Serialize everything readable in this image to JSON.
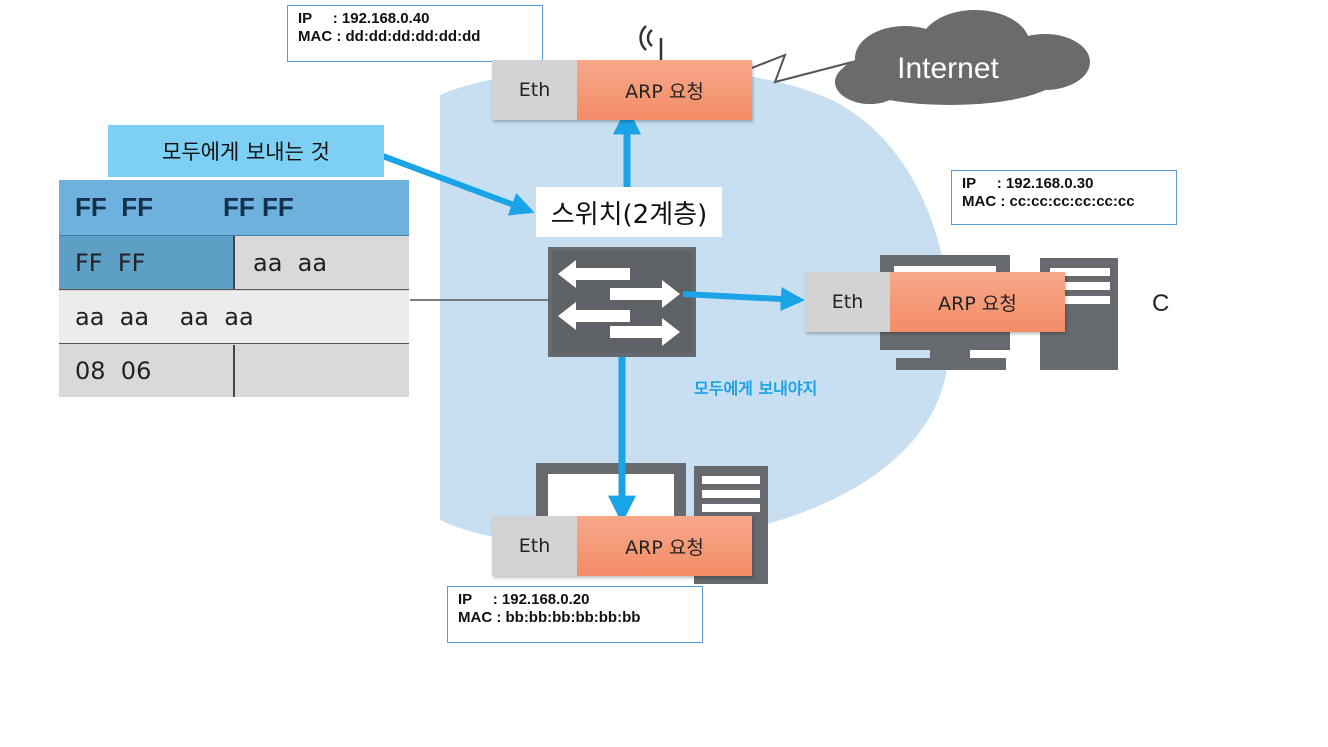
{
  "router": {
    "ip_line": "IP     : 192.168.0.40",
    "mac_line": "MAC : dd:dd:dd:dd:dd:dd"
  },
  "host_c": {
    "ip_line": "IP     : 192.168.0.30",
    "mac_line": "MAC : cc:cc:cc:cc:cc:cc",
    "node_label": "C"
  },
  "host_b": {
    "ip_line": "IP     : 192.168.0.20",
    "mac_line": "MAC : bb:bb:bb:bb:bb:bb"
  },
  "cloud": {
    "label": "Internet"
  },
  "packet": {
    "eth": "Eth",
    "arp": "ARP 요청"
  },
  "switch": {
    "label": "스위치(2계층)"
  },
  "callouts": {
    "broadcast_frame": "모두에게 보내는 것",
    "broadcast_action": "모두에게 보내야지"
  },
  "frame_rows": [
    [
      "FF  FF",
      "FF FF"
    ],
    [
      "FF  FF",
      "aa  aa"
    ],
    [
      "aa  aa    aa  aa"
    ],
    [
      "08  06",
      ""
    ]
  ],
  "colors": {
    "lan_area": "#c7dff0",
    "arrow": "#1aa3e6",
    "eth_field": "#d3d3d3",
    "arp_field": "#f38c67",
    "frame_header": "#6fb1dd",
    "switch_body": "#666a6e"
  },
  "icons": [
    "wifi-antenna-icon",
    "cloud-icon",
    "switch-icon",
    "computer-icon"
  ]
}
